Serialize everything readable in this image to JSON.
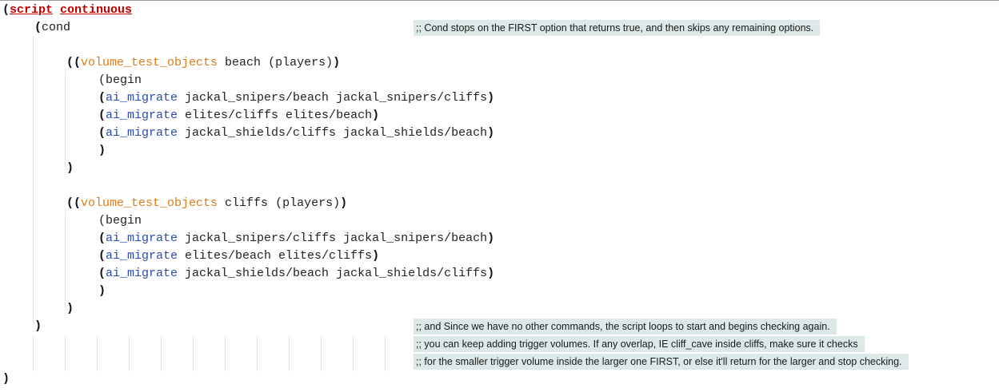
{
  "code": {
    "l1": {
      "open": "(",
      "script_kw": "script",
      "continuous_kw": "continuous"
    },
    "l2": {
      "open": "(",
      "cond_kw": "cond"
    },
    "block1": {
      "open": "((",
      "fn": "volume_test_objects",
      "arg": " beach ",
      "players": "(players)",
      "close": ")",
      "begin": "(begin",
      "rows": [
        {
          "open": "(",
          "fn": "ai_migrate",
          "args": " jackal_snipers/beach jackal_snipers/cliffs",
          "close": ")"
        },
        {
          "open": "(",
          "fn": "ai_migrate",
          "args": " elites/cliffs elites/beach",
          "close": ")"
        },
        {
          "open": "(",
          "fn": "ai_migrate",
          "args": " jackal_shields/cliffs jackal_shields/beach",
          "close": ")"
        }
      ],
      "begin_close": ")",
      "block_close": ")"
    },
    "block2": {
      "open": "((",
      "fn": "volume_test_objects",
      "arg": " cliffs ",
      "players": "(players)",
      "close": ")",
      "begin": "(begin",
      "rows": [
        {
          "open": "(",
          "fn": "ai_migrate",
          "args": " jackal_snipers/cliffs jackal_snipers/beach",
          "close": ")"
        },
        {
          "open": "(",
          "fn": "ai_migrate",
          "args": " elites/beach elites/cliffs",
          "close": ")"
        },
        {
          "open": "(",
          "fn": "ai_migrate",
          "args": " jackal_shields/beach jackal_shields/cliffs",
          "close": ")"
        }
      ],
      "begin_close": ")",
      "block_close": ")"
    },
    "cond_close": ")",
    "script_close": ")"
  },
  "comments": {
    "c1": ";; Cond stops on the FIRST option that returns true, and then skips any remaining options.",
    "c2": ";; and Since we have no other commands, the script loops to start and begins checking again.",
    "c3": ";; you can keep adding trigger volumes. If any overlap, IE cliff_cave inside cliffs, make sure it checks",
    "c4": ";; for the smaller trigger volume inside the larger one FIRST, or else it'll return for the larger and stop checking."
  },
  "colors": {
    "keyword_red": "#c00000",
    "function_orange": "#e07a1a",
    "function_blue": "#2b4bb0",
    "comment_bg": "#dde8e8"
  }
}
